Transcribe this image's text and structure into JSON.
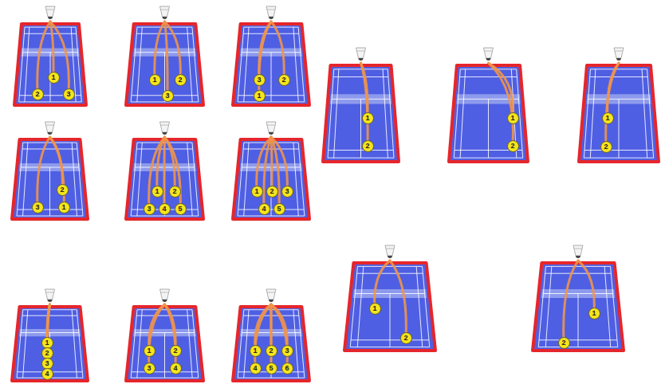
{
  "diagram": {
    "nodes": [
      {
        "text": [
          "1"
        ]
      },
      {
        "text": [
          "2"
        ]
      },
      {
        "text": [
          "3"
        ]
      },
      {
        "text": [
          "1"
        ]
      },
      {
        "text": [
          "2"
        ]
      },
      {
        "text": [
          "3"
        ]
      },
      {
        "text": [
          "3"
        ]
      },
      {
        "text": [
          "2"
        ]
      },
      {
        "text": [
          "1"
        ]
      },
      {
        "text": [
          "2"
        ]
      },
      {
        "text": [
          "3"
        ]
      },
      {
        "text": [
          "1"
        ]
      },
      {
        "text": [
          "1"
        ]
      },
      {
        "text": [
          "2"
        ]
      },
      {
        "text": [
          "3"
        ]
      },
      {
        "text": [
          "4"
        ]
      },
      {
        "text": [
          "5"
        ]
      },
      {
        "text": [
          "1"
        ]
      },
      {
        "text": [
          "2"
        ]
      },
      {
        "text": [
          "3"
        ]
      },
      {
        "text": [
          "4"
        ]
      },
      {
        "text": [
          "5"
        ]
      },
      {
        "text": [
          "1"
        ]
      },
      {
        "text": [
          "2"
        ]
      },
      {
        "text": [
          "3"
        ]
      },
      {
        "text": [
          "4"
        ]
      },
      {
        "text": [
          "1"
        ]
      },
      {
        "text": [
          "2"
        ]
      },
      {
        "text": [
          "3"
        ]
      },
      {
        "text": [
          "4"
        ]
      },
      {
        "text": [
          "1"
        ]
      },
      {
        "text": [
          "2"
        ]
      },
      {
        "text": [
          "3"
        ]
      },
      {
        "text": [
          "4"
        ]
      },
      {
        "text": [
          "5"
        ]
      },
      {
        "text": [
          "6"
        ]
      },
      {
        "text": [
          "1"
        ]
      },
      {
        "text": [
          "2"
        ]
      },
      {
        "text": [
          "1"
        ]
      },
      {
        "text": [
          "2"
        ]
      },
      {
        "text": [
          "1"
        ]
      },
      {
        "text": [
          "2"
        ]
      },
      {
        "text": [
          "1"
        ]
      },
      {
        "text": [
          "2"
        ]
      },
      {
        "text": [
          "1"
        ]
      },
      {
        "text": [
          "2"
        ]
      }
    ]
  }
}
